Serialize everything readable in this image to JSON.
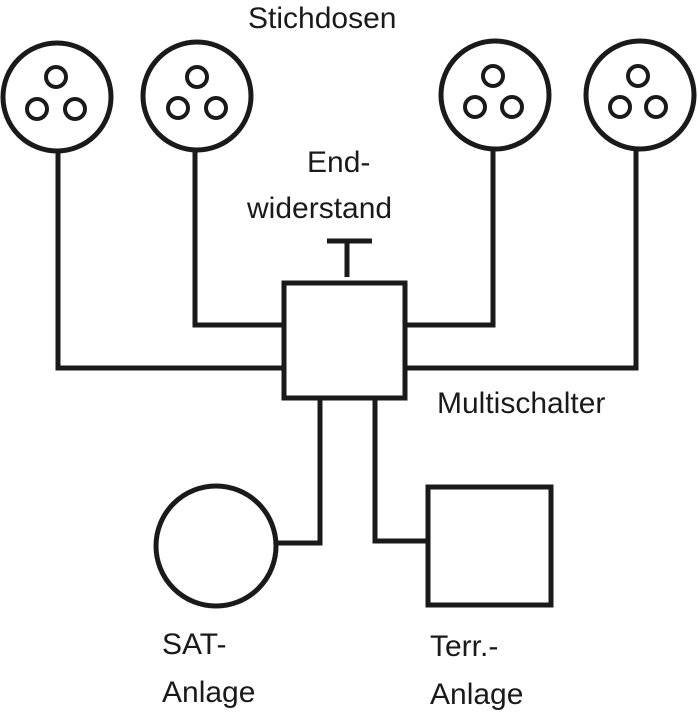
{
  "diagram": {
    "title_label": "Stichdosen",
    "terminator_label_line1": "End-",
    "terminator_label_line2": "widerstand",
    "switch_label": "Multischalter",
    "sat_label_line1": "SAT-",
    "sat_label_line2": "Anlage",
    "terr_label_line1": "Terr.-",
    "terr_label_line2": "Anlage",
    "stroke_color": "#1a1a1a",
    "background_color": "#ffffff",
    "nodes": [
      {
        "id": "socket-1",
        "type": "socket",
        "label": "Stichdose"
      },
      {
        "id": "socket-2",
        "type": "socket",
        "label": "Stichdose"
      },
      {
        "id": "socket-3",
        "type": "socket",
        "label": "Stichdose"
      },
      {
        "id": "socket-4",
        "type": "socket",
        "label": "Stichdose"
      },
      {
        "id": "terminator",
        "type": "terminator",
        "label": "Endwiderstand"
      },
      {
        "id": "multiswitch",
        "type": "box",
        "label": "Multischalter"
      },
      {
        "id": "sat",
        "type": "circle",
        "label": "SAT-Anlage"
      },
      {
        "id": "terr",
        "type": "box",
        "label": "Terr.-Anlage"
      }
    ],
    "edges": [
      [
        "socket-1",
        "multiswitch"
      ],
      [
        "socket-2",
        "multiswitch"
      ],
      [
        "socket-3",
        "multiswitch"
      ],
      [
        "socket-4",
        "multiswitch"
      ],
      [
        "terminator",
        "multiswitch"
      ],
      [
        "multiswitch",
        "sat"
      ],
      [
        "multiswitch",
        "terr"
      ]
    ]
  }
}
